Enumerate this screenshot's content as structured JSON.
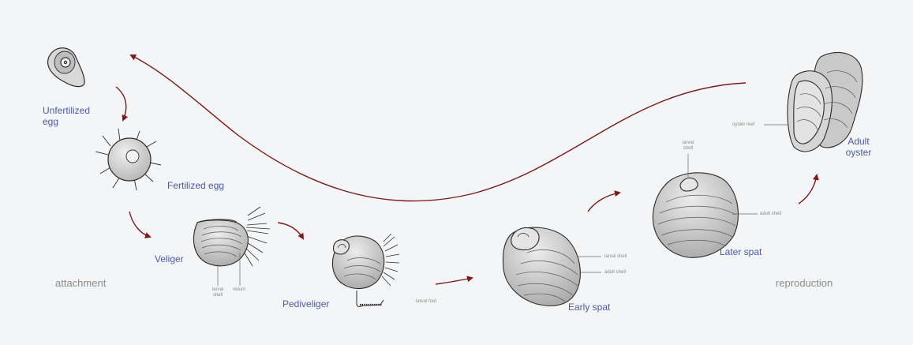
{
  "stages": {
    "unfertilized_egg": "Unfertilized egg",
    "fertilized_egg": "Fertilized egg",
    "veliger": "Veliger",
    "pediveliger": "Pediveliger",
    "early_spat": "Early spat",
    "later_spat": "Later spat",
    "adult_oyster": "Adult oyster"
  },
  "parts": {
    "veliger_larval_shell": "larval shell",
    "veliger_velum": "velum",
    "pediveliger_larval_foot": "larval foot",
    "early_spat_larval_shell": "larval shell",
    "early_spat_adult_shell": "adult shell",
    "later_spat_larval_shell": "larval shell",
    "later_spat_adult_shell": "adult shell",
    "adult_oyster_reef": "oyster reef"
  },
  "phases": {
    "attachment": "attachment",
    "reproduction": "reproduction"
  },
  "colors": {
    "arrow": "#7a1a1a",
    "stage_label": "#4a5ba6",
    "part_label": "#8a8a8a",
    "shell_fill": "#cfcfcf",
    "outline": "#2b2b2b",
    "background": "#f4f5f6"
  }
}
